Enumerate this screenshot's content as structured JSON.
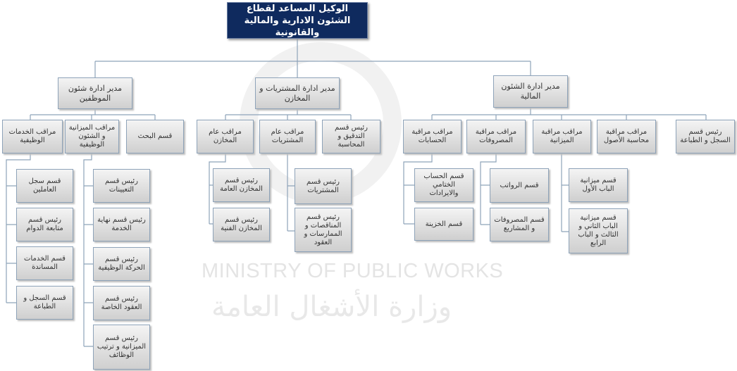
{
  "watermark": {
    "english": "MINISTRY OF PUBLIC WORKS",
    "arabic": "وزارة الأشغال العامة"
  },
  "root": "الوكيل المساعد لقطاع الشئون الادارية والمالية والقانونية",
  "hr": {
    "title": "مدير ادارة شئون الموظفين",
    "units": [
      {
        "title": "مراقب الخدمات الوظيفية",
        "children": [
          "قسم سجل العاملين",
          "رئيس قسم متابعة الدوام",
          "قسم الخدمات المساندة",
          "قسم السجل و الطباعة"
        ]
      },
      {
        "title": "مراقب الميزانية و الشئون الوظيفية",
        "children": [
          "رئيس قسم التعيينات",
          "رئيس قسم نهاية الخدمة",
          "رئيس قسم الحركة الوظيفية",
          "رئيس قسم العقود الخاصة",
          "رئيس قسم الميزانية و ترتيب الوظائف"
        ]
      },
      {
        "title": "قسم البحث",
        "children": []
      }
    ]
  },
  "procurement": {
    "title": "مدير ادارة المشتريات و المخازن",
    "units": [
      {
        "title": "مراقب عام المخازن",
        "children": [
          "رئيس قسم المخازن العامة",
          "رئيس قسم المخازن الفنية"
        ]
      },
      {
        "title": "مراقب عام المشتريات",
        "children": [
          "رئيس قسم المشتريات",
          "رئيس قسم المناقصات و الممارسات و العقود"
        ]
      },
      {
        "title": "رئيس قسم التدقيق و المحاسبة",
        "children": []
      }
    ]
  },
  "finance": {
    "title": "مدير ادارة الشئون المالية",
    "units": [
      {
        "title": "مراقب مراقبة الحسابات",
        "children": [
          "قسم الحساب الختامي والايرادات",
          "قسم الخزينة"
        ]
      },
      {
        "title": "مراقب مراقبة المصروفات",
        "children": [
          "قسم الرواتب",
          "قسم المصروفات و المشاريع"
        ]
      },
      {
        "title": "مراقب مراقبة الميزانية",
        "children": [
          "قسم ميزانية الباب الأول",
          "قسم ميزانية الباب الثاني و الثالث و الباب الرابع"
        ]
      },
      {
        "title": "مراقب مراقبة محاسبة الأصول",
        "children": []
      },
      {
        "title": "رئيس قسم السجل و الطباعة",
        "children": []
      }
    ]
  }
}
